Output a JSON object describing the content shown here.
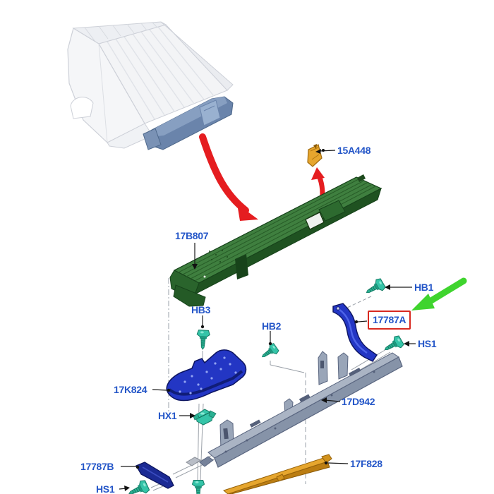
{
  "diagram": {
    "kind": "exploded-parts-diagram",
    "background": "#ffffff",
    "colors": {
      "label": "#2456c8",
      "leader": "#1a1a1a",
      "highlight-box": "#d8291f",
      "highlight-arrow": "#3fd42e",
      "flow-arrow": "#e51d20",
      "part-green": "#3f7f3f",
      "part-blue": "#2336c4",
      "part-navy": "#1b2a94",
      "part-gray": "#8693a8",
      "part-orange": "#e6a62e",
      "fastener-teal": "#35c4a8",
      "truck-ghost": "#c5cad3"
    },
    "callouts": [
      {
        "code": "15A448",
        "highlighted": false
      },
      {
        "code": "17B807",
        "highlighted": false
      },
      {
        "code": "HB3",
        "highlighted": false
      },
      {
        "code": "HB2",
        "highlighted": false
      },
      {
        "code": "HB1",
        "highlighted": false
      },
      {
        "code": "17787A",
        "highlighted": true
      },
      {
        "code": "HS1",
        "highlighted": false
      },
      {
        "code": "17K824",
        "highlighted": false
      },
      {
        "code": "HX1",
        "highlighted": false
      },
      {
        "code": "17D942",
        "highlighted": false
      },
      {
        "code": "17787B",
        "highlighted": false
      },
      {
        "code": "17F828",
        "highlighted": false
      },
      {
        "code": "HS1",
        "highlighted": false
      }
    ]
  }
}
